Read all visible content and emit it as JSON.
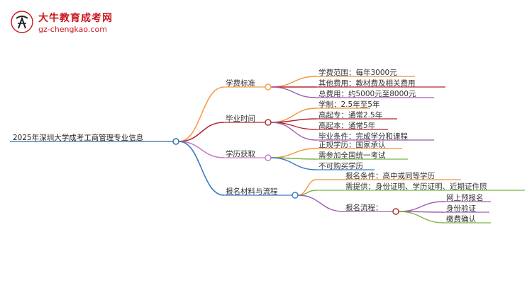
{
  "logo": {
    "title": "大牛教育成考网",
    "url": "gz-chengkao.com",
    "mark_text": "大牛"
  },
  "colors": {
    "brand": "#c8171e",
    "root_line": "#2e6da4",
    "branch1": "#f39c4a",
    "branch2": "#b3282d",
    "branch3": "#c77dc7",
    "branch4": "#3a79c6",
    "green": "#7cb342",
    "purple": "#a05cb0",
    "orange": "#f0953a",
    "text": "#333333"
  },
  "mindmap": {
    "root": "2025年深圳大学成考工商管理专业信息",
    "branches": [
      {
        "label": "学费标准",
        "children": [
          {
            "label": "学费范围：每年3000元"
          },
          {
            "label": "其他费用：教材费及相关费用"
          },
          {
            "label": "总费用：约5000元至8000元"
          }
        ]
      },
      {
        "label": "毕业时间",
        "children": [
          {
            "label": "学制：2.5年至5年"
          },
          {
            "label": "高起专：通常2.5年"
          },
          {
            "label": "高起本：通常5年"
          },
          {
            "label": "毕业条件：完成学分和课程"
          }
        ]
      },
      {
        "label": "学历获取",
        "children": [
          {
            "label": "正规学历：国家承认"
          },
          {
            "label": "需参加全国统一考试"
          },
          {
            "label": "不可购买学历"
          }
        ]
      },
      {
        "label": "报名材料与流程",
        "children": [
          {
            "label": "报名条件：高中或同等学历"
          },
          {
            "label": "需提供：身份证明、学历证明、近期证件照"
          },
          {
            "label": "报名流程：",
            "children": [
              {
                "label": "网上预报名"
              },
              {
                "label": "身份验证"
              },
              {
                "label": "缴费确认"
              }
            ]
          }
        ]
      }
    ]
  }
}
